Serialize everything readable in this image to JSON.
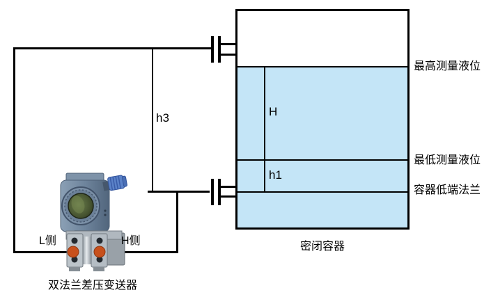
{
  "vessel": {
    "label": "密闭容器",
    "max_level_label": "最高测量液位",
    "min_level_label": "最低测量液位",
    "bottom_flange_label": "容器低端法兰",
    "span_label": "H",
    "offset_label": "h1"
  },
  "piping": {
    "height_label": "h3"
  },
  "transmitter": {
    "label": "双法兰差压变送器",
    "low_side_label": "L侧",
    "high_side_label": "H侧"
  },
  "colors": {
    "background": "#FFFFFF",
    "line": "#000000",
    "liquid": "#C4E5F7",
    "transmitter_body": "#6E849C",
    "transmitter_glass": "#4A5733",
    "cable_gland": "#5B82C8",
    "flange_metal": "#B5BDC4",
    "process_port": "#C7501C"
  }
}
